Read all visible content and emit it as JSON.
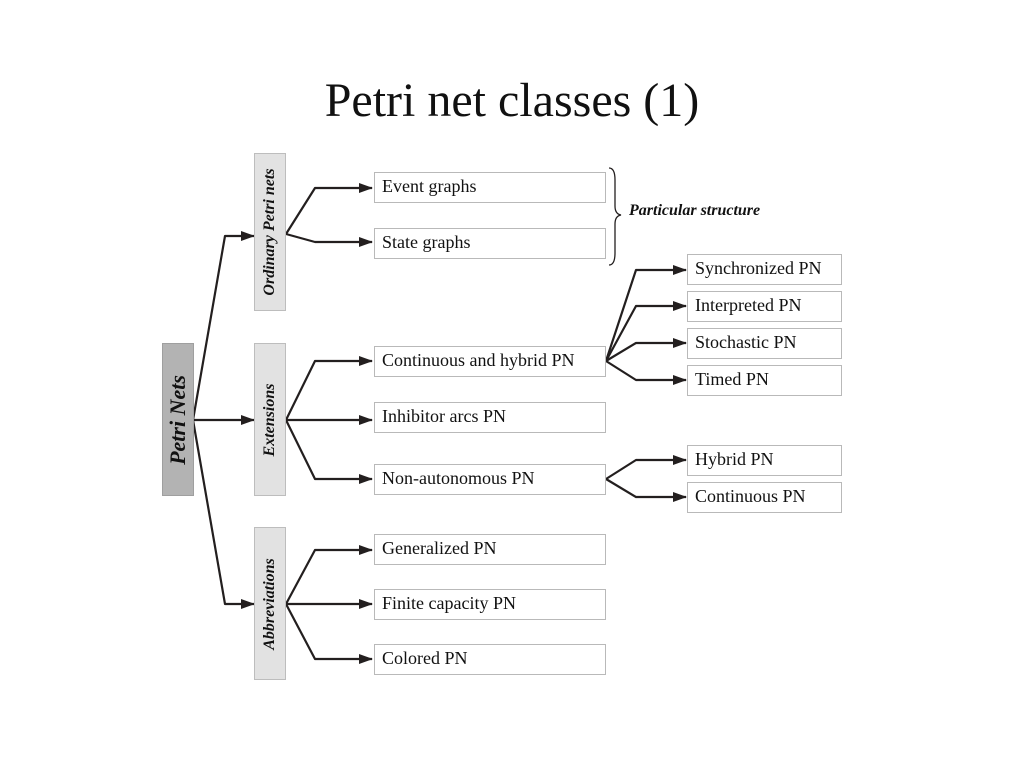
{
  "title": "Petri net classes (1)",
  "root": "Petri Nets",
  "groups": {
    "ordinary": "Ordinary Petri nets",
    "extensions": "Extensions",
    "abbreviations": "Abbreviations"
  },
  "ordinary_items": [
    "Event graphs",
    "State graphs"
  ],
  "extension_items": [
    "Continuous and hybrid PN",
    "Inhibitor arcs PN",
    "Non-autonomous PN"
  ],
  "abbreviation_items": [
    "Generalized PN",
    "Finite capacity PN",
    "Colored PN"
  ],
  "non_autonomous_items": [
    "Synchronized PN",
    "Interpreted PN",
    "Stochastic PN",
    "Timed PN"
  ],
  "continuous_hybrid_items": [
    "Hybrid PN",
    "Continuous PN"
  ],
  "particular_structure": "Particular structure",
  "colors": {
    "root_fill": "#b3b3b3",
    "group_fill": "#e2e2e2",
    "line": "#231f1f"
  }
}
